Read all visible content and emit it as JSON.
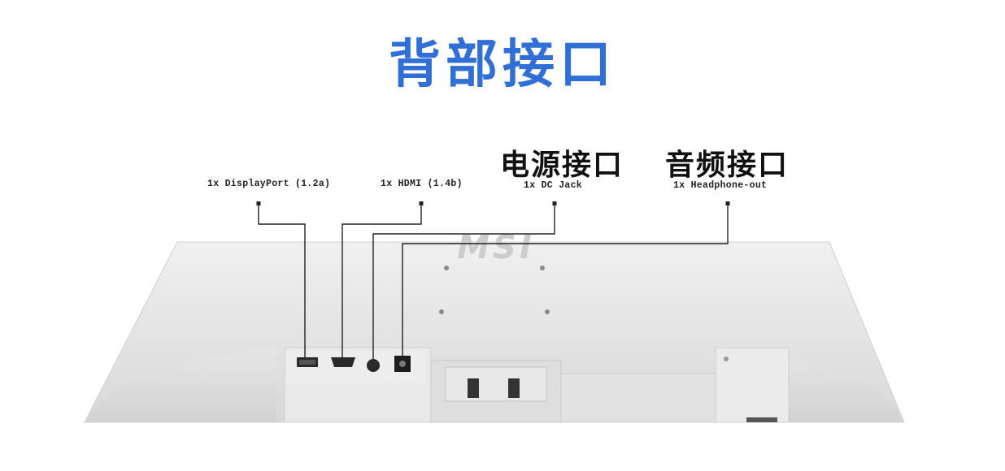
{
  "title": "背部接口",
  "callouts": {
    "displayport": {
      "label": "1x DisplayPort (1.2a)"
    },
    "hdmi": {
      "label": "1x HDMI (1.4b)"
    },
    "dc": {
      "heading": "电源接口",
      "label": "1x DC Jack"
    },
    "audio": {
      "heading": "音频接口",
      "label": "1x Headphone-out"
    }
  },
  "brand_logo": "MSI",
  "colors": {
    "title": "#2f6fd6",
    "monitor_body": "#e4e4e4",
    "leader_line": "#222222"
  }
}
